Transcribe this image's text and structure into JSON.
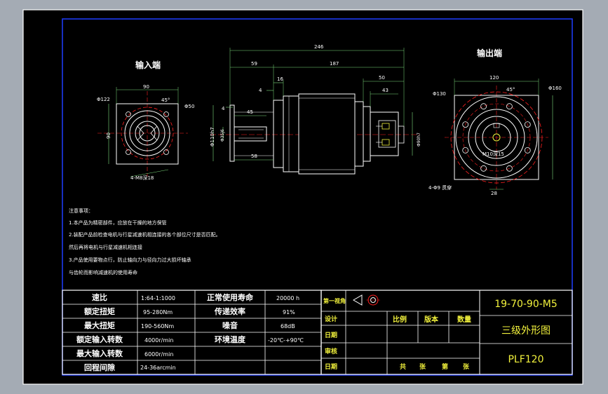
{
  "drawing": {
    "input_label": "输入端",
    "output_label": "输出端"
  },
  "dims": {
    "input": {
      "width": "90",
      "pcd": "Φ122",
      "angle": "45°",
      "bore": "Φ50",
      "height": "90",
      "holes": "4-M8深18"
    },
    "side": {
      "total": "246",
      "d59": "59",
      "d187": "187",
      "d16": "16",
      "d4": "4",
      "d50": "50",
      "d43": "43",
      "d45": "45",
      "d4b": "4",
      "d58": "58",
      "shaft_dia": "Φ110h7",
      "key": "Φ35j6",
      "out_dia": "Φ90h7"
    },
    "output": {
      "width": "120",
      "angle": "45°",
      "pcd_l": "Φ130",
      "pcd_r": "Φ160",
      "thread": "M10深15",
      "holes": "4-Φ9 贯穿",
      "key": "28"
    }
  },
  "notes": {
    "title": "注意事项：",
    "lines": [
      "1.本产品为精密部件，应放在干燥的地方保管",
      "2.装配产品前检查电机与行星减速机相连接的各个部位尺寸是否匹配。",
      "然后再将电机与行星减速机相连接",
      "3.产品使用要物点行，防止轴向力与径向力过大损坏轴承",
      "与齿轮而影响减速机的使用寿命"
    ]
  },
  "specs": [
    {
      "label": "速比",
      "value": "1:64-1:1000",
      "label2": "正常使用寿命",
      "value2": "20000 h"
    },
    {
      "label": "额定扭矩",
      "value": "95-280Nm",
      "label2": "传递效率",
      "value2": "91%"
    },
    {
      "label": "最大扭矩",
      "value": "190-560Nm",
      "label2": "噪音",
      "value2": "68dB"
    },
    {
      "label": "额定输入转数",
      "value": "4000r/min",
      "label2": "环境温度",
      "value2": "-20℃-+90℃"
    },
    {
      "label": "最大输入转数",
      "value": "6000r/min",
      "label2": "",
      "value2": ""
    },
    {
      "label": "回程间隙",
      "value": "24-36arcmin",
      "label2": "",
      "value2": ""
    }
  ],
  "title_block": {
    "projection": "第一视角",
    "design": "设计",
    "date1": "日期",
    "review": "审核",
    "date2": "日期",
    "scale": "比例",
    "version": "版本",
    "qty": "数量",
    "sheets": [
      "共",
      "张",
      "第",
      "张"
    ],
    "drawing_no": "19-70-90-M5",
    "drawing_name": "三级外形图",
    "model": "PLF120"
  },
  "colors": {
    "frame_bg": "#000000",
    "line": "#ffffff",
    "border_blue": "#1f3dff",
    "dim_green": "#7ddc7d",
    "center_red": "#ff2020",
    "title_yellow": "#f2f23c",
    "cyan": "#2ee0e0"
  }
}
